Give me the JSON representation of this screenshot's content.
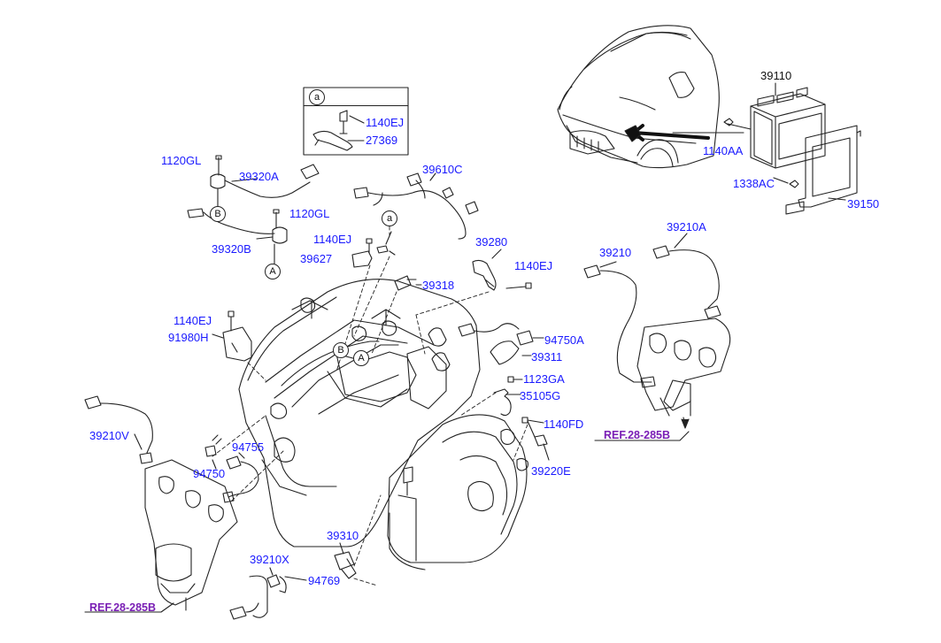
{
  "inset": {
    "marker": "a",
    "parts": [
      "1140EJ",
      "27369"
    ]
  },
  "markers": {
    "a": "a",
    "b": "B",
    "A": "A"
  },
  "labels": {
    "p39110": "39110",
    "p1140AA": "1140AA",
    "p1338AC": "1338AC",
    "p39150": "39150",
    "p1120GL_top": "1120GL",
    "p39320A": "39320A",
    "p39610C": "39610C",
    "p1120GL_mid": "1120GL",
    "p39320B": "39320B",
    "p1140EJ_a": "1140EJ",
    "p39627": "39627",
    "p39280": "39280",
    "p1140EJ_b": "1140EJ",
    "p39318": "39318",
    "p39210": "39210",
    "p39210A": "39210A",
    "p1140EJ_c": "1140EJ",
    "p91980H": "91980H",
    "p94750A": "94750A",
    "p39311": "39311",
    "p1123GA": "1123GA",
    "p35105G": "35105G",
    "p1140FD": "1140FD",
    "p39220E": "39220E",
    "p39210V": "39210V",
    "p94755": "94755",
    "p94750": "94750",
    "p39310": "39310",
    "p39210X": "39210X",
    "p94769": "94769"
  },
  "refs": {
    "right": "REF.28-285B",
    "left": "REF.28-285B"
  },
  "colors": {
    "label": "#1a1aff",
    "ref": "#7a1fb5",
    "line": "#222222"
  }
}
